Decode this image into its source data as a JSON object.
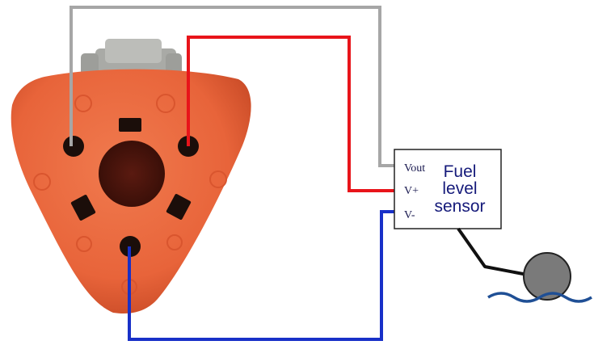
{
  "sensor": {
    "title_lines": [
      "Fuel",
      "level",
      "sensor"
    ],
    "pins": {
      "vout": "Vout",
      "vplus": "V+",
      "vminus": "V-"
    }
  },
  "wires": {
    "signal_color": "#a6a6a6",
    "positive_color": "#e8141a",
    "negative_color": "#1830c8",
    "float_arm_color": "#111111"
  },
  "connector": {
    "body_color": "#e8643a",
    "latch_color": "#a9aaa6",
    "hole_color": "#1b0e0a"
  },
  "float": {
    "ball_color": "#7a7a7a",
    "water_color": "#1f4f95"
  }
}
